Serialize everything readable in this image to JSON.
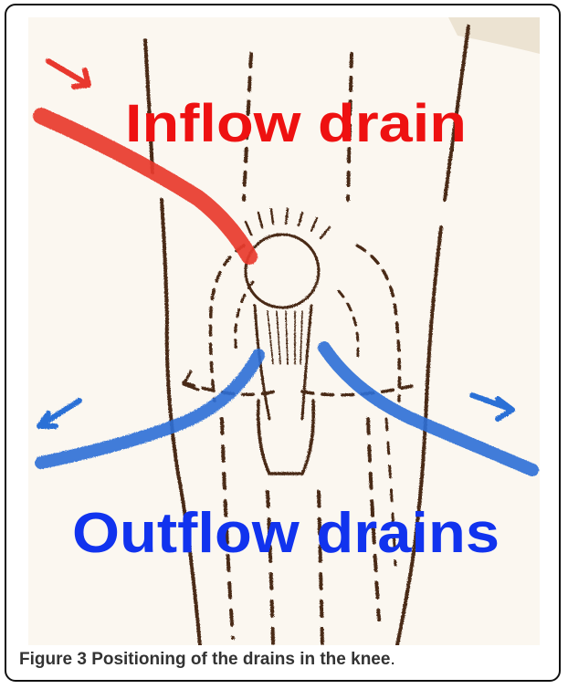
{
  "figure": {
    "inflow_label": "Inflow drain",
    "outflow_label": "Outflow drains",
    "caption_number": "Figure 3",
    "caption_text": "Positioning of the drains in the knee",
    "caption_period": "."
  },
  "colors": {
    "inflow": "#ee1111",
    "outflow": "#1133ee",
    "drain_red": "#e8392e",
    "drain_blue": "#2b6fd6",
    "sketch_brown": "#4a2a18",
    "paper": "#fbf7f0"
  }
}
